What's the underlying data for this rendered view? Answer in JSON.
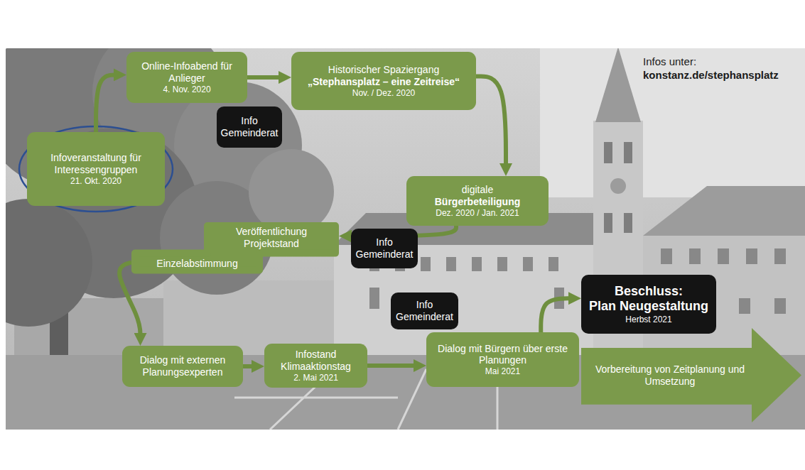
{
  "diagram": {
    "nodes": [
      {
        "text": [
          "Infoveranstaltung für Interessengruppen",
          "21. Okt. 2020"
        ]
      },
      {
        "text": [
          "Online-Infoabend für Anlieger",
          "4. Nov. 2020"
        ]
      },
      {
        "text": [
          "Info Gemeinderat"
        ]
      },
      {
        "text": [
          "Historischer Spaziergang",
          "„Stephansplatz – eine Zeitreise“",
          "Nov. / Dez. 2020"
        ]
      },
      {
        "text": [
          "digitale",
          "Bürgerbeteiligung",
          "Dez. 2020 / Jan. 2021"
        ]
      },
      {
        "text": [
          "Info Gemeinderat"
        ]
      },
      {
        "text": [
          "Veröffentlichung Projektstand",
          "Einzelabstimmung"
        ]
      },
      {
        "text": [
          "Dialog mit externen Planungsexperten"
        ]
      },
      {
        "text": [
          "Infostand Klimaaktionstag",
          "2. Mai 2021"
        ]
      },
      {
        "text": [
          "Info Gemeinderat"
        ]
      },
      {
        "text": [
          "Dialog mit Bürgern über erste Planungen",
          "Mai 2021"
        ]
      },
      {
        "text": [
          "Beschluss:",
          "Plan Neugestaltung",
          "Herbst 2021"
        ]
      },
      {
        "text": [
          "Vorbereitung von Zeitplanung und Umsetzung"
        ]
      }
    ],
    "edges": [
      {
        "from": 0,
        "to": 1,
        "arrow": "to"
      },
      {
        "from": 1,
        "to": 3,
        "arrow": "to"
      },
      {
        "from": 3,
        "to": 4,
        "arrow": "to"
      },
      {
        "from": 4,
        "to": 6,
        "arrow": "to"
      },
      {
        "from": 6,
        "to": 7,
        "arrow": "to"
      },
      {
        "from": 7,
        "to": 8,
        "arrow": "to"
      },
      {
        "from": 8,
        "to": 10,
        "arrow": "to"
      },
      {
        "from": 10,
        "to": 11,
        "arrow": "to"
      }
    ],
    "labels": [
      "Infos unter:",
      "konstanz.de/stephansplatz"
    ]
  }
}
